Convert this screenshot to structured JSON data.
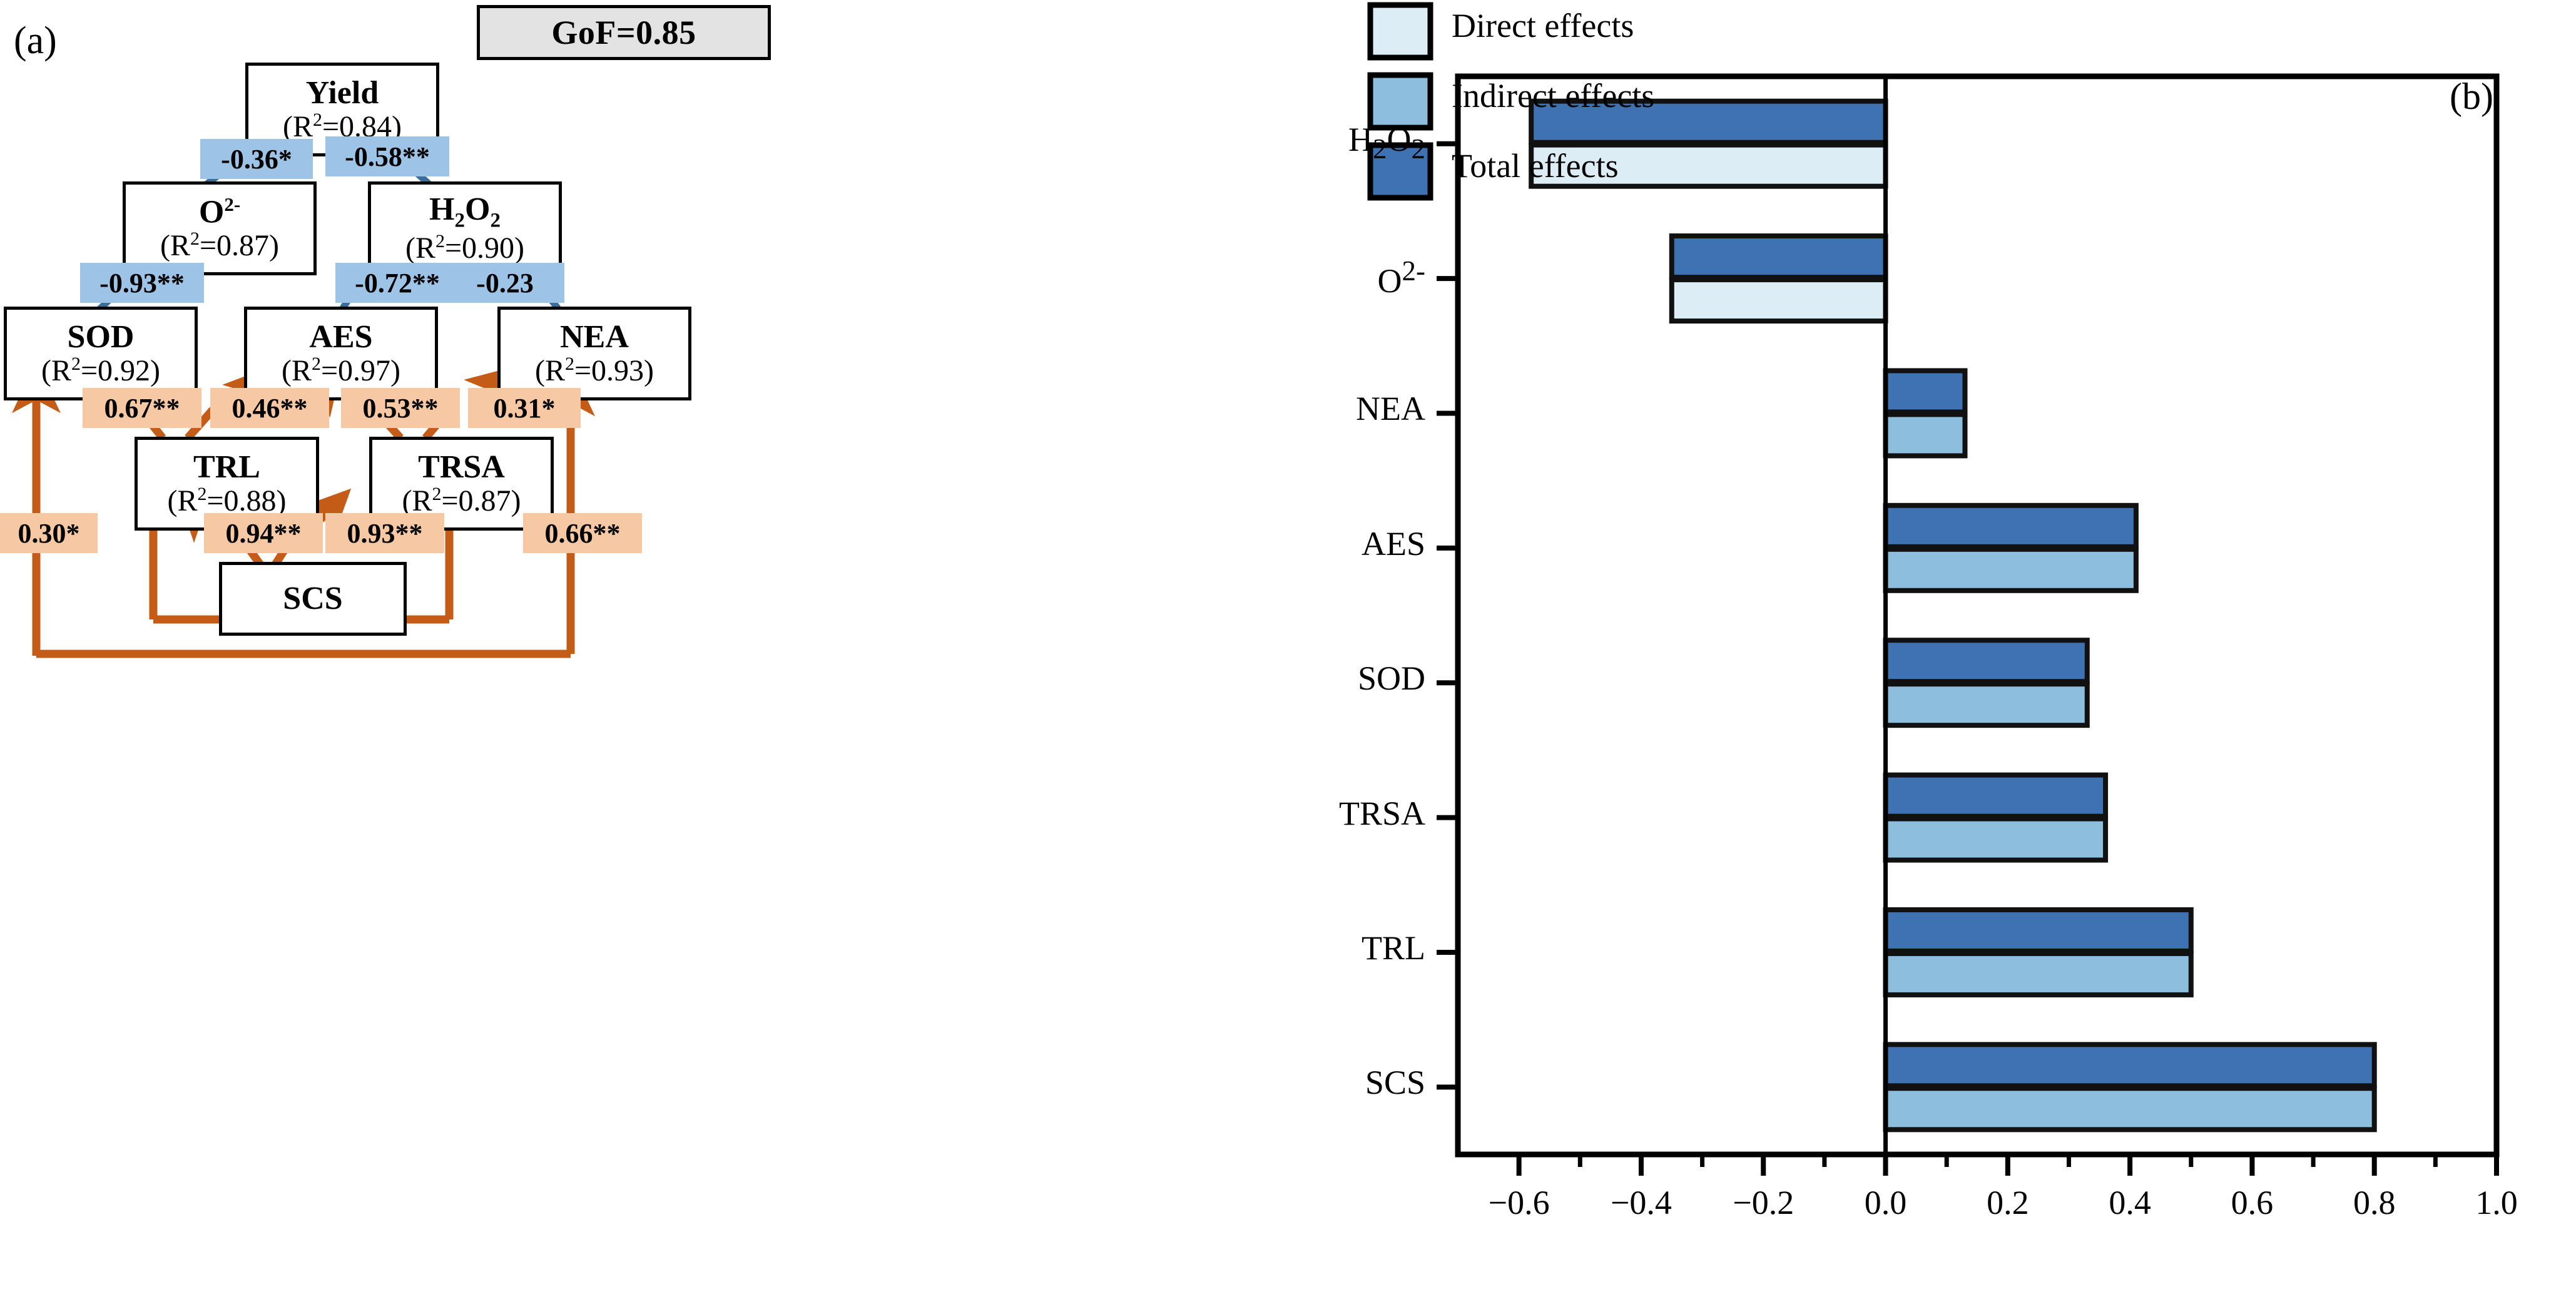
{
  "figure": {
    "panel_a_tag": "(a)",
    "panel_b_tag": "(b)",
    "gof_label": "GoF=0.85",
    "colors": {
      "negative_path": "#9dc3e6",
      "negative_arrow": "#3a6c9c",
      "positive_path": "#f7c8a4",
      "positive_arrow": "#c45c17",
      "direct": "#dcedf5",
      "indirect": "#8dbedd",
      "total": "#3f72b2",
      "gof_bg": "#e3e3e3"
    }
  },
  "sem": {
    "nodes": [
      {
        "id": "yield",
        "name": "Yield",
        "name_html": "Yield",
        "r2": "(R2=0.84)",
        "r2_val": "0.84"
      },
      {
        "id": "o2",
        "name": "O2-",
        "name_html": "O<sup>2-</sup>",
        "r2": "(R2=0.87)",
        "r2_val": "0.87"
      },
      {
        "id": "h2o2",
        "name": "H2O2",
        "name_html": "H<sub>2</sub>O<sub>2</sub>",
        "r2": "(R2=0.90)",
        "r2_val": "0.90"
      },
      {
        "id": "sod",
        "name": "SOD",
        "name_html": "SOD",
        "r2": "(R2=0.92)",
        "r2_val": "0.92"
      },
      {
        "id": "aes",
        "name": "AES",
        "name_html": "AES",
        "r2": "(R2=0.97)",
        "r2_val": "0.97"
      },
      {
        "id": "nea",
        "name": "NEA",
        "name_html": "NEA",
        "r2": "(R2=0.93)",
        "r2_val": "0.93"
      },
      {
        "id": "trl",
        "name": "TRL",
        "name_html": "TRL",
        "r2": "(R2=0.88)",
        "r2_val": "0.88"
      },
      {
        "id": "trsa",
        "name": "TRSA",
        "name_html": "TRSA",
        "r2": "(R2=0.87)",
        "r2_val": "0.87"
      },
      {
        "id": "scs",
        "name": "SCS",
        "name_html": "SCS",
        "r2": "",
        "r2_val": ""
      }
    ],
    "paths": [
      {
        "id": "o2-yield",
        "from": "o2",
        "to": "yield",
        "coef": "-0.36*",
        "sign": "negative",
        "style": "solid"
      },
      {
        "id": "h2o2-yield",
        "from": "h2o2",
        "to": "yield",
        "coef": "-0.58**",
        "sign": "negative",
        "style": "solid"
      },
      {
        "id": "sod-o2",
        "from": "sod",
        "to": "o2",
        "coef": "-0.93**",
        "sign": "negative",
        "style": "solid"
      },
      {
        "id": "aes-h2o2",
        "from": "aes",
        "to": "h2o2",
        "coef": "-0.72**",
        "sign": "negative",
        "style": "solid"
      },
      {
        "id": "nea-h2o2",
        "from": "nea",
        "to": "h2o2",
        "coef": "-0.23",
        "sign": "negative",
        "style": "dashed"
      },
      {
        "id": "trl-sod",
        "from": "trl",
        "to": "sod",
        "coef": "0.67**",
        "sign": "positive",
        "style": "solid"
      },
      {
        "id": "trl-aes",
        "from": "trl",
        "to": "aes",
        "coef": "0.46**",
        "sign": "positive",
        "style": "solid"
      },
      {
        "id": "trsa-aes",
        "from": "trsa",
        "to": "aes",
        "coef": "0.53**",
        "sign": "positive",
        "style": "solid"
      },
      {
        "id": "trsa-nea",
        "from": "trsa",
        "to": "nea",
        "coef": "0.31*",
        "sign": "positive",
        "style": "solid"
      },
      {
        "id": "scs-sod",
        "from": "scs",
        "to": "sod",
        "coef": "0.30*",
        "sign": "positive",
        "style": "solid"
      },
      {
        "id": "scs-trl",
        "from": "scs",
        "to": "trl",
        "coef": "0.94**",
        "sign": "positive",
        "style": "solid"
      },
      {
        "id": "scs-trsa",
        "from": "scs",
        "to": "trsa",
        "coef": "0.93**",
        "sign": "positive",
        "style": "solid"
      },
      {
        "id": "scs-nea",
        "from": "scs",
        "to": "nea",
        "coef": "0.66**",
        "sign": "positive",
        "style": "solid"
      }
    ]
  },
  "chart_data": {
    "type": "bar",
    "orientation": "horizontal",
    "title": "",
    "xlabel": "",
    "ylabel": "",
    "xlim": [
      -0.7,
      1.0
    ],
    "xticks": [
      "−0.6",
      "−0.4",
      "−0.2",
      "0.0",
      "0.2",
      "0.4",
      "0.6",
      "0.8",
      "1.0"
    ],
    "xtick_values": [
      -0.6,
      -0.4,
      -0.2,
      0.0,
      0.2,
      0.4,
      0.6,
      0.8,
      1.0
    ],
    "grid": false,
    "zero_line": true,
    "legend_position": "above-left",
    "categories": [
      "H2O2",
      "O2-",
      "NEA",
      "AES",
      "SOD",
      "TRSA",
      "TRL",
      "SCS"
    ],
    "category_labels_html": [
      "H<sub>2</sub>O<sub>2</sub>",
      "O<sup>2-</sup>",
      "NEA",
      "AES",
      "SOD",
      "TRSA",
      "TRL",
      "SCS"
    ],
    "series": [
      {
        "name": "Direct effects",
        "color": "#dcedf5",
        "values": [
          -0.58,
          -0.35,
          null,
          null,
          null,
          null,
          null,
          null
        ]
      },
      {
        "name": "Indirect effects",
        "color": "#8dbedd",
        "values": [
          null,
          null,
          0.13,
          0.41,
          0.33,
          0.36,
          0.5,
          0.8
        ]
      },
      {
        "name": "Total effects",
        "color": "#3f72b2",
        "values": [
          -0.58,
          -0.35,
          0.13,
          0.41,
          0.33,
          0.36,
          0.5,
          0.8
        ]
      }
    ]
  }
}
